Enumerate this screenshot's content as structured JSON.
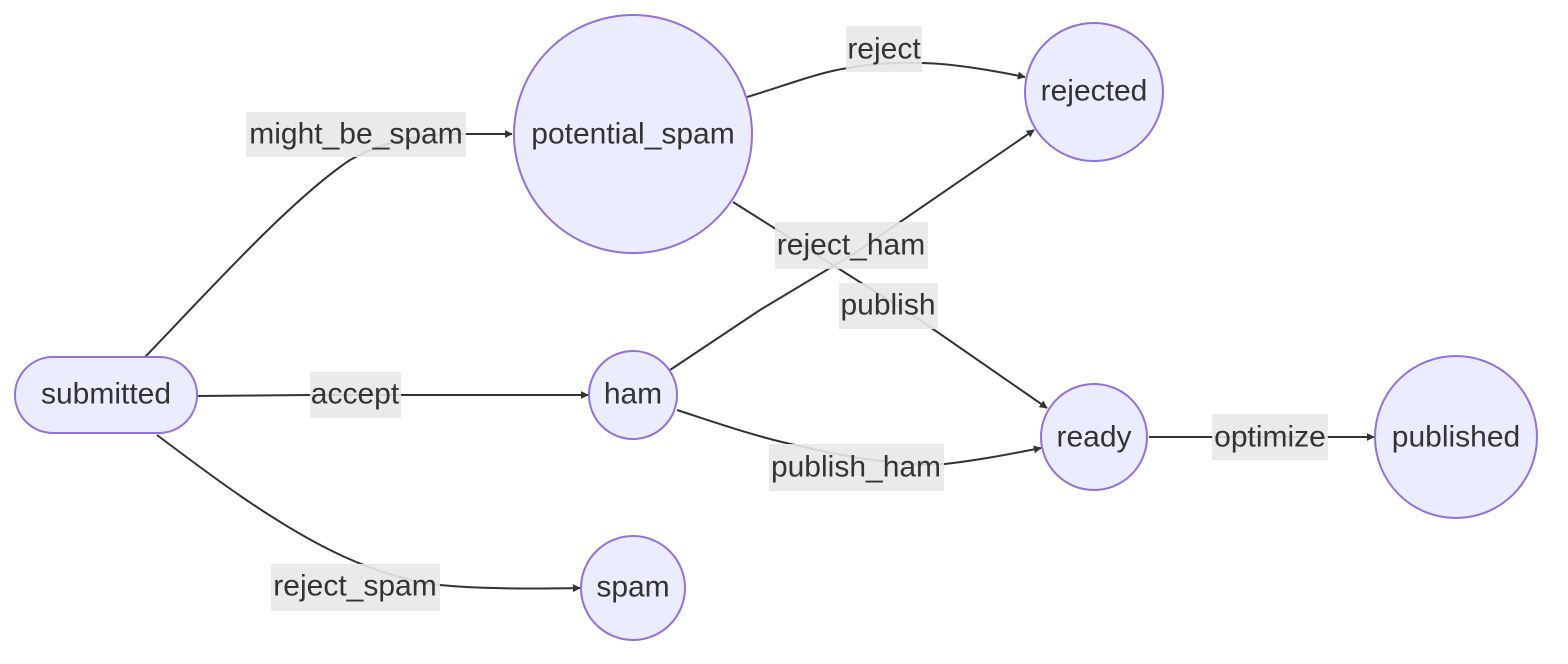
{
  "colors": {
    "node_fill": "#ECECFF",
    "node_stroke": "#9370DB",
    "edge": "#333333",
    "label_bg": "#E8E8E8",
    "text": "#333333"
  },
  "nodes": {
    "submitted": "submitted",
    "potential_spam": "potential_spam",
    "rejected": "rejected",
    "ham": "ham",
    "ready": "ready",
    "published": "published",
    "spam": "spam"
  },
  "edges": [
    {
      "from": "submitted",
      "to": "potential_spam",
      "label": "might_be_spam"
    },
    {
      "from": "potential_spam",
      "to": "rejected",
      "label": "reject"
    },
    {
      "from": "ham",
      "to": "rejected",
      "label": "reject_ham"
    },
    {
      "from": "potential_spam",
      "to": "ready",
      "label": "publish"
    },
    {
      "from": "submitted",
      "to": "ham",
      "label": "accept"
    },
    {
      "from": "ham",
      "to": "ready",
      "label": "publish_ham"
    },
    {
      "from": "ready",
      "to": "published",
      "label": "optimize"
    },
    {
      "from": "submitted",
      "to": "spam",
      "label": "reject_spam"
    }
  ]
}
